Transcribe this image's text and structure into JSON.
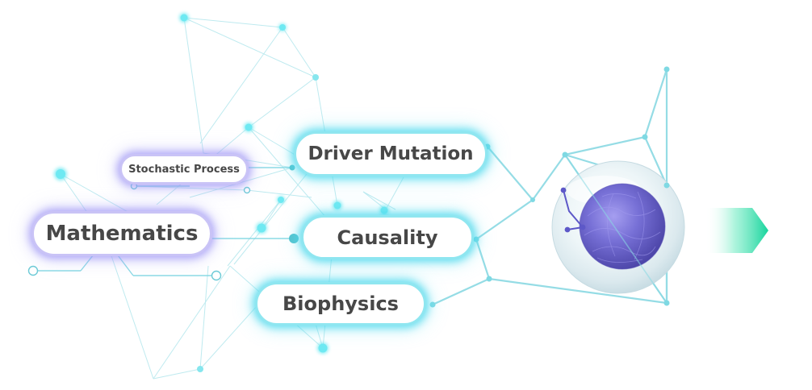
{
  "diagram": {
    "nodes": {
      "driver_mutation": "Driver Mutation",
      "causality": "Causality",
      "biophysics": "Biophysics",
      "mathematics": "Mathematics",
      "stochastic_process": "Stochastic Process"
    },
    "illustration": {
      "cell": "cell-icon",
      "arrow": "arrow-right-icon"
    },
    "colors": {
      "network_line": "#8ad9e3",
      "network_node": "#6ee9f2",
      "glow_cyan": "#40d6eb",
      "glow_violet": "#968cf5",
      "cell_nucleus": "#6d66c9",
      "arrow_green": "#1fd6a0",
      "text": "#474747"
    }
  }
}
